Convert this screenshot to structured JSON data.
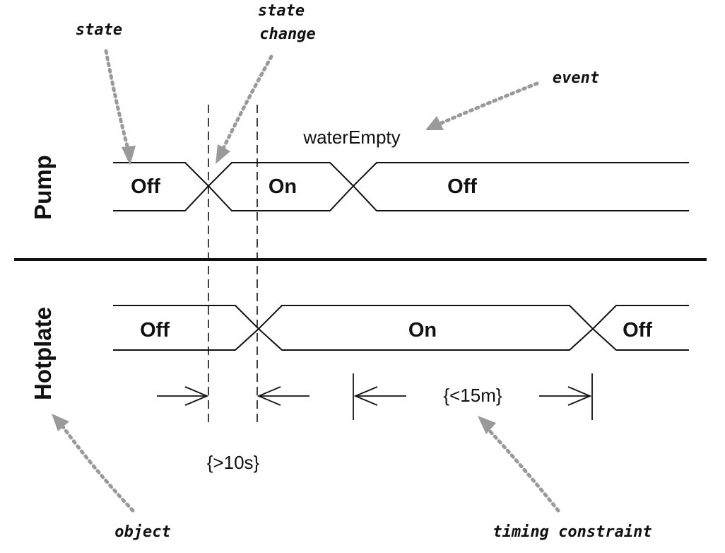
{
  "lifelines": [
    {
      "object": "Pump",
      "states": [
        "Off",
        "On",
        "Off"
      ]
    },
    {
      "object": "Hotplate",
      "states": [
        "Off",
        "On",
        "Off"
      ]
    }
  ],
  "event": "waterEmpty",
  "constraints": {
    "min_gap": "{>10s}",
    "max_duration": "{<15m}"
  },
  "annotations": {
    "state": "state",
    "state_change": [
      "state",
      "change"
    ],
    "event": "event",
    "object": "object",
    "timing_constraint": "timing constraint"
  }
}
